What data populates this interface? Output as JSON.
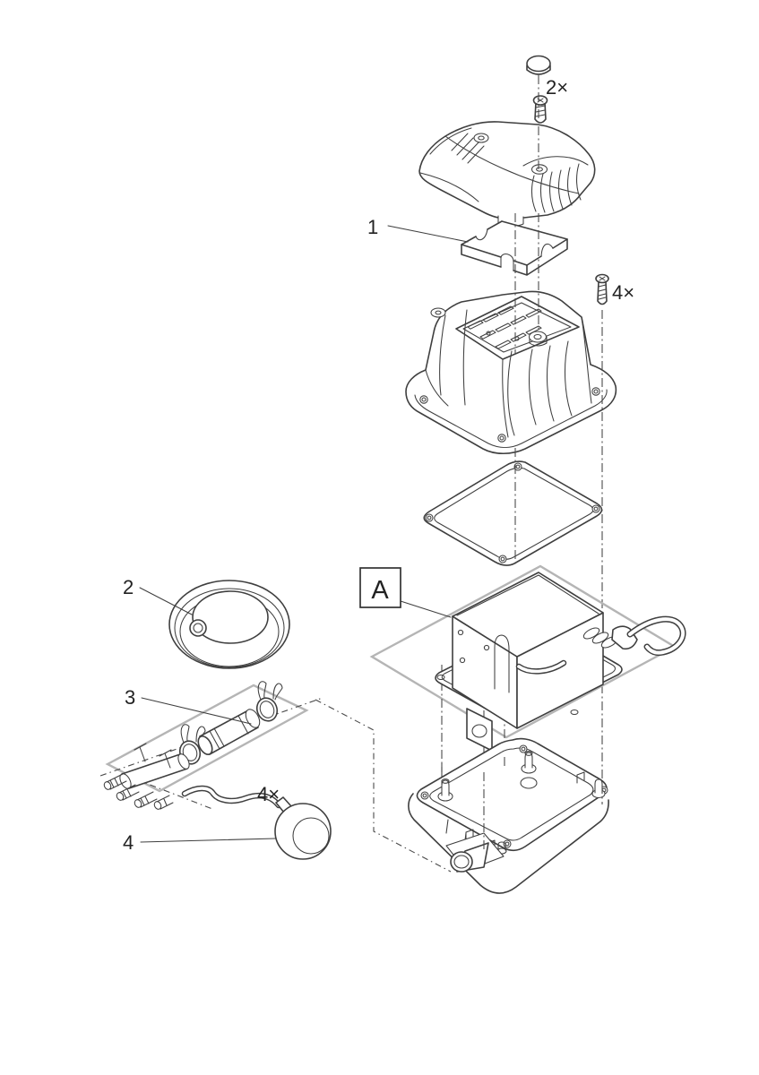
{
  "document": {
    "type": "exploded-view parts diagram",
    "background": "#ffffff"
  },
  "callouts": {
    "part1": "1",
    "part2": "2",
    "part3": "3",
    "part4": "4"
  },
  "detail_view_label": "A",
  "quantities": {
    "qty_top_screw": "2×",
    "qty_right_screw": "4×",
    "qty_air_hose": "4×"
  },
  "colors": {
    "line": "#3f3f3f",
    "accent_gray": "#b5b5b5",
    "text": "#222222",
    "background": "#ffffff"
  }
}
